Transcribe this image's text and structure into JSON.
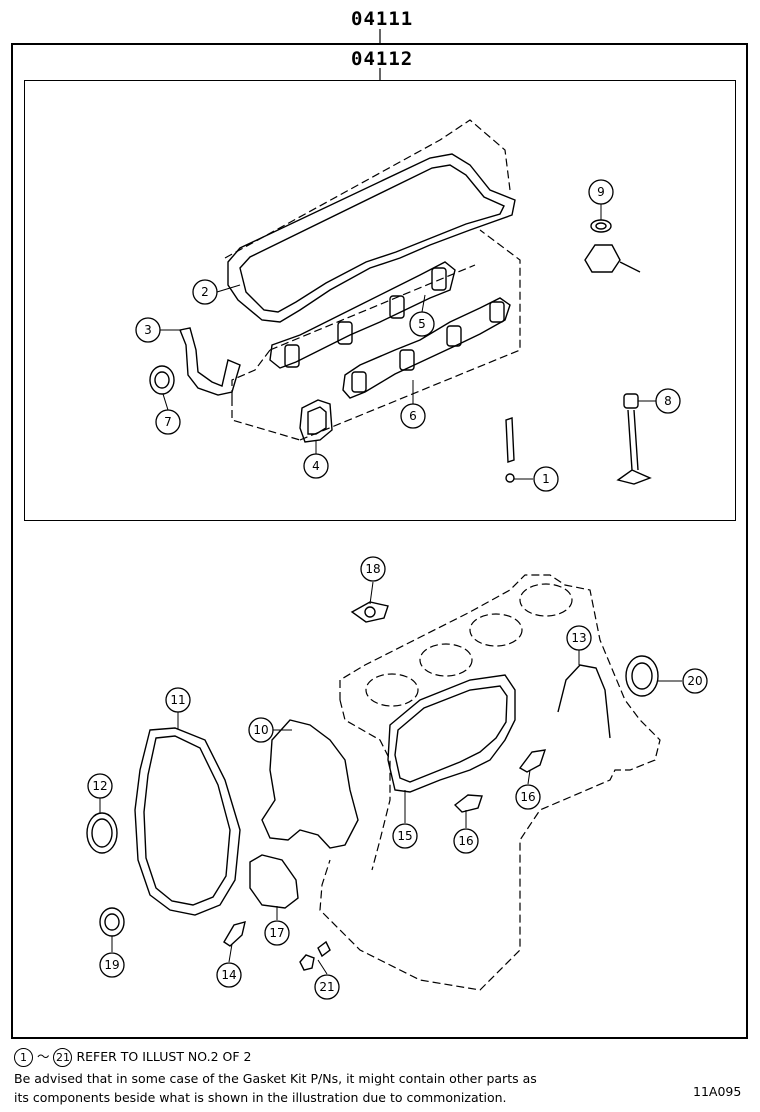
{
  "header": {
    "kit_code_outer": "04111",
    "kit_code_inner": "04112"
  },
  "callouts": [
    "1",
    "2",
    "3",
    "4",
    "5",
    "6",
    "7",
    "8",
    "9",
    "10",
    "11",
    "12",
    "13",
    "14",
    "15",
    "16",
    "16",
    "17",
    "18",
    "19",
    "20",
    "21"
  ],
  "footer": {
    "ref_start": "1",
    "ref_sep": "～",
    "ref_end": "21",
    "ref_text": "REFER TO ILLUST NO.2 OF 2",
    "note_line1": "Be advised that in some case of the Gasket Kit P/Ns,  it might contain other parts as",
    "note_line2": "its components beside what is shown in the illustration due to commonization.",
    "illustration_id": "11A095"
  }
}
